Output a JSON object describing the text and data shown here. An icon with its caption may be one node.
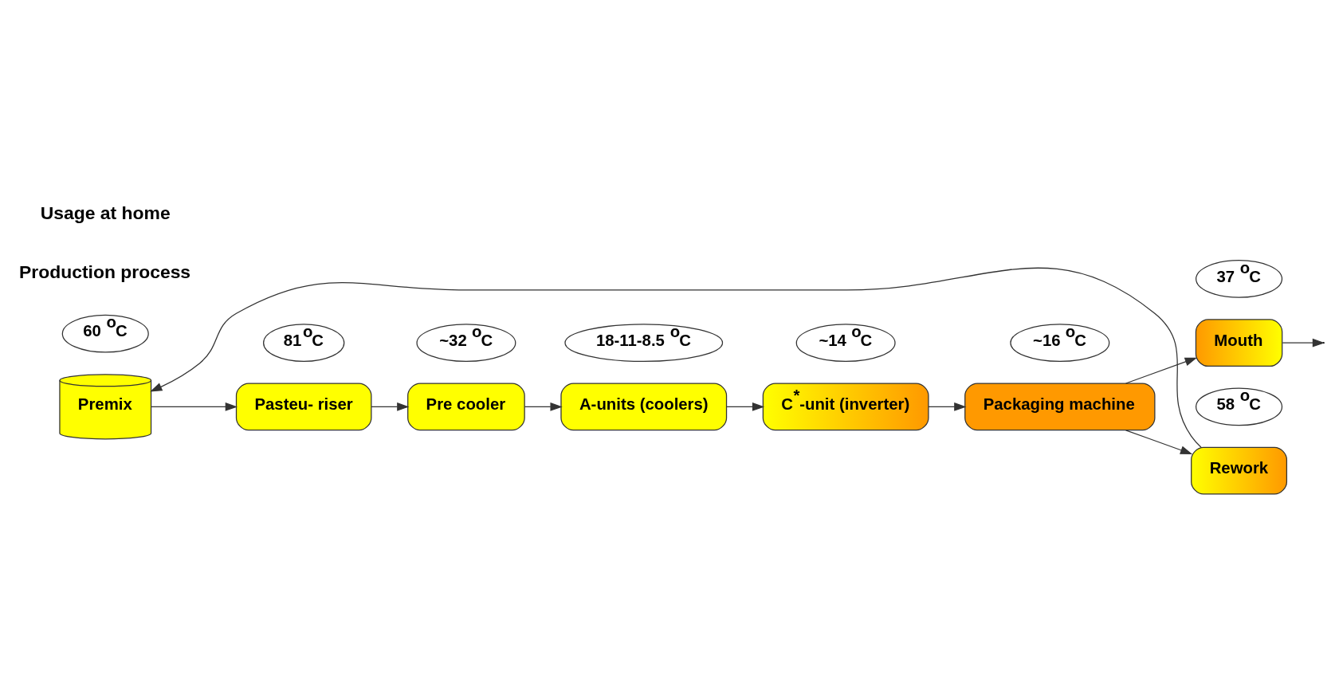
{
  "diagram": {
    "nodes": [
      {
        "text": [
          "Premix"
        ]
      },
      {
        "text": [
          "60 $^{o}$C"
        ]
      },
      {
        "text": [
          "Pasteu- riser"
        ]
      },
      {
        "text": [
          "81$^{o}$C"
        ]
      },
      {
        "text": [
          "Pre cooler"
        ]
      },
      {
        "text": [
          "~32 $^{o}$C"
        ]
      },
      {
        "text": [
          "A-units (coolers)"
        ]
      },
      {
        "text": [
          "18-11-8.5 $^{o}$C"
        ]
      },
      {
        "text": [
          "C$^{*}$-unit (inverter)"
        ]
      },
      {
        "text": [
          "~14 $^{o}$C"
        ]
      },
      {
        "text": [
          "Packaging machine"
        ]
      },
      {
        "text": [
          "~16 $^{o}$C"
        ]
      },
      {
        "text": [
          "Mouth"
        ]
      },
      {
        "text": [
          "37 $^{o}$C"
        ]
      },
      {
        "text": [
          "Rework"
        ]
      },
      {
        "text": [
          "58 $^{o}$C"
        ]
      }
    ],
    "edges": [
      {
        "from": 0,
        "to": 2,
        "arrow": "to"
      },
      {
        "from": 2,
        "to": 4,
        "arrow": "to"
      },
      {
        "from": 4,
        "to": 6,
        "arrow": "to"
      },
      {
        "from": 6,
        "to": 8,
        "arrow": "to"
      },
      {
        "from": 8,
        "to": 10,
        "arrow": "to"
      },
      {
        "from": 10,
        "to": 12,
        "arrow": "to"
      },
      {
        "from": 12,
        "to": null,
        "arrow": "to"
      },
      {
        "from": 10,
        "to": 14,
        "arrow": "to"
      },
      {
        "from": 14,
        "to": 0,
        "arrow": "to"
      }
    ],
    "labels": [
      "Production process",
      "Usage at home"
    ]
  }
}
